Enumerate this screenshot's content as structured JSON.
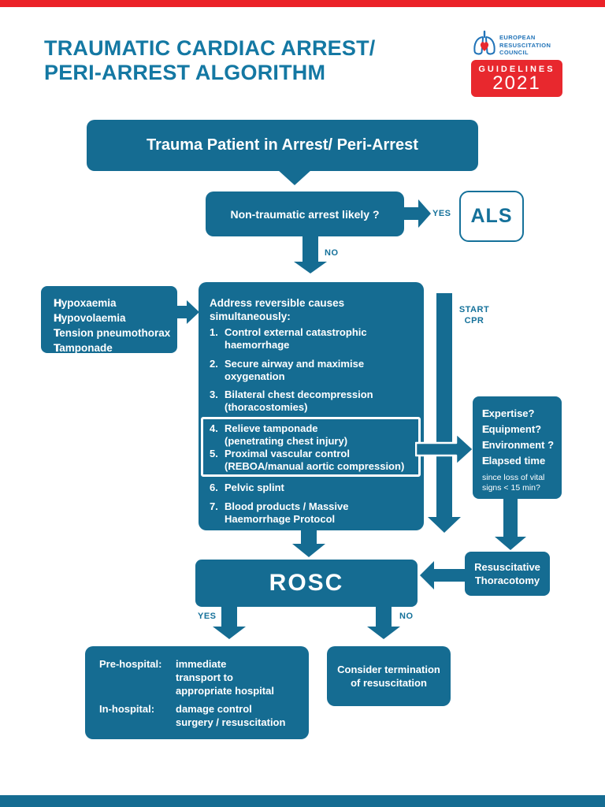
{
  "header": {
    "title_line1": "TRAUMATIC CARDIAC ARREST/",
    "title_line2": "PERI-ARREST ALGORITHM",
    "logo": {
      "org_line1": "EUROPEAN",
      "org_line2": "RESUSCITATION",
      "org_line3": "COUNCIL",
      "badge_label": "GUIDELINES",
      "badge_year": "2021"
    }
  },
  "flow": {
    "start_box": "Trauma Patient in Arrest/ Peri-Arrest",
    "question_box": "Non-traumatic arrest likely ?",
    "yes_label": "YES",
    "no_label": "NO",
    "als_box": "ALS",
    "reversible_causes_box": {
      "line1": "Hypoxaemia",
      "line2": "Hypovolaemia",
      "line3": "Tension pneumothorax",
      "line4": "Tamponade"
    },
    "actions_box": {
      "header_line1": "Address reversible causes",
      "header_line2": "simultaneously:",
      "items": [
        {
          "num": "1.",
          "line1": "Control external catastrophic",
          "line2": "haemorrhage"
        },
        {
          "num": "2.",
          "line1": "Secure airway and maximise",
          "line2": "oxygenation"
        },
        {
          "num": "3.",
          "line1": "Bilateral chest decompression",
          "line2": "(thoracostomies)"
        },
        {
          "num": "4.",
          "line1": "Relieve tamponade",
          "line2": "(penetrating chest injury)"
        },
        {
          "num": "5.",
          "line1": "Proximal vascular control",
          "line2": "(REBOA/manual aortic compression)"
        },
        {
          "num": "6.",
          "line1": "Pelvic splint",
          "line2": ""
        },
        {
          "num": "7.",
          "line1": "Blood products / Massive",
          "line2": "Haemorrhage Protocol"
        }
      ]
    },
    "start_cpr_line1": "START",
    "start_cpr_line2": "CPR",
    "criteria_box": {
      "line1": "Expertise?",
      "line2": "Equipment?",
      "line3": "Environment ?",
      "line4": "Elapsed time",
      "small_line1": "since loss of vital",
      "small_line2": "signs < 15 min?"
    },
    "thoracotomy_box_line1": "Resuscitative",
    "thoracotomy_box_line2": "Thoracotomy",
    "rosc_box": "ROSC",
    "yes_label2": "YES",
    "no_label2": "NO",
    "outcome_yes_box": {
      "row1_label": "Pre-hospital:",
      "row1_line1": "immediate",
      "row1_line2": "transport to",
      "row1_line3": "appropriate hospital",
      "row2_label": "In-hospital:",
      "row2_line1": "damage control",
      "row2_line2": "surgery / resuscitation"
    },
    "outcome_no_line1": "Consider termination",
    "outcome_no_line2": "of resuscitation"
  },
  "colors": {
    "box_teal": "#156C92",
    "title_teal": "#1478A3",
    "top_bar_red": "#EB2127",
    "badge_red": "#E8282E",
    "logo_blue": "#2173B8"
  }
}
